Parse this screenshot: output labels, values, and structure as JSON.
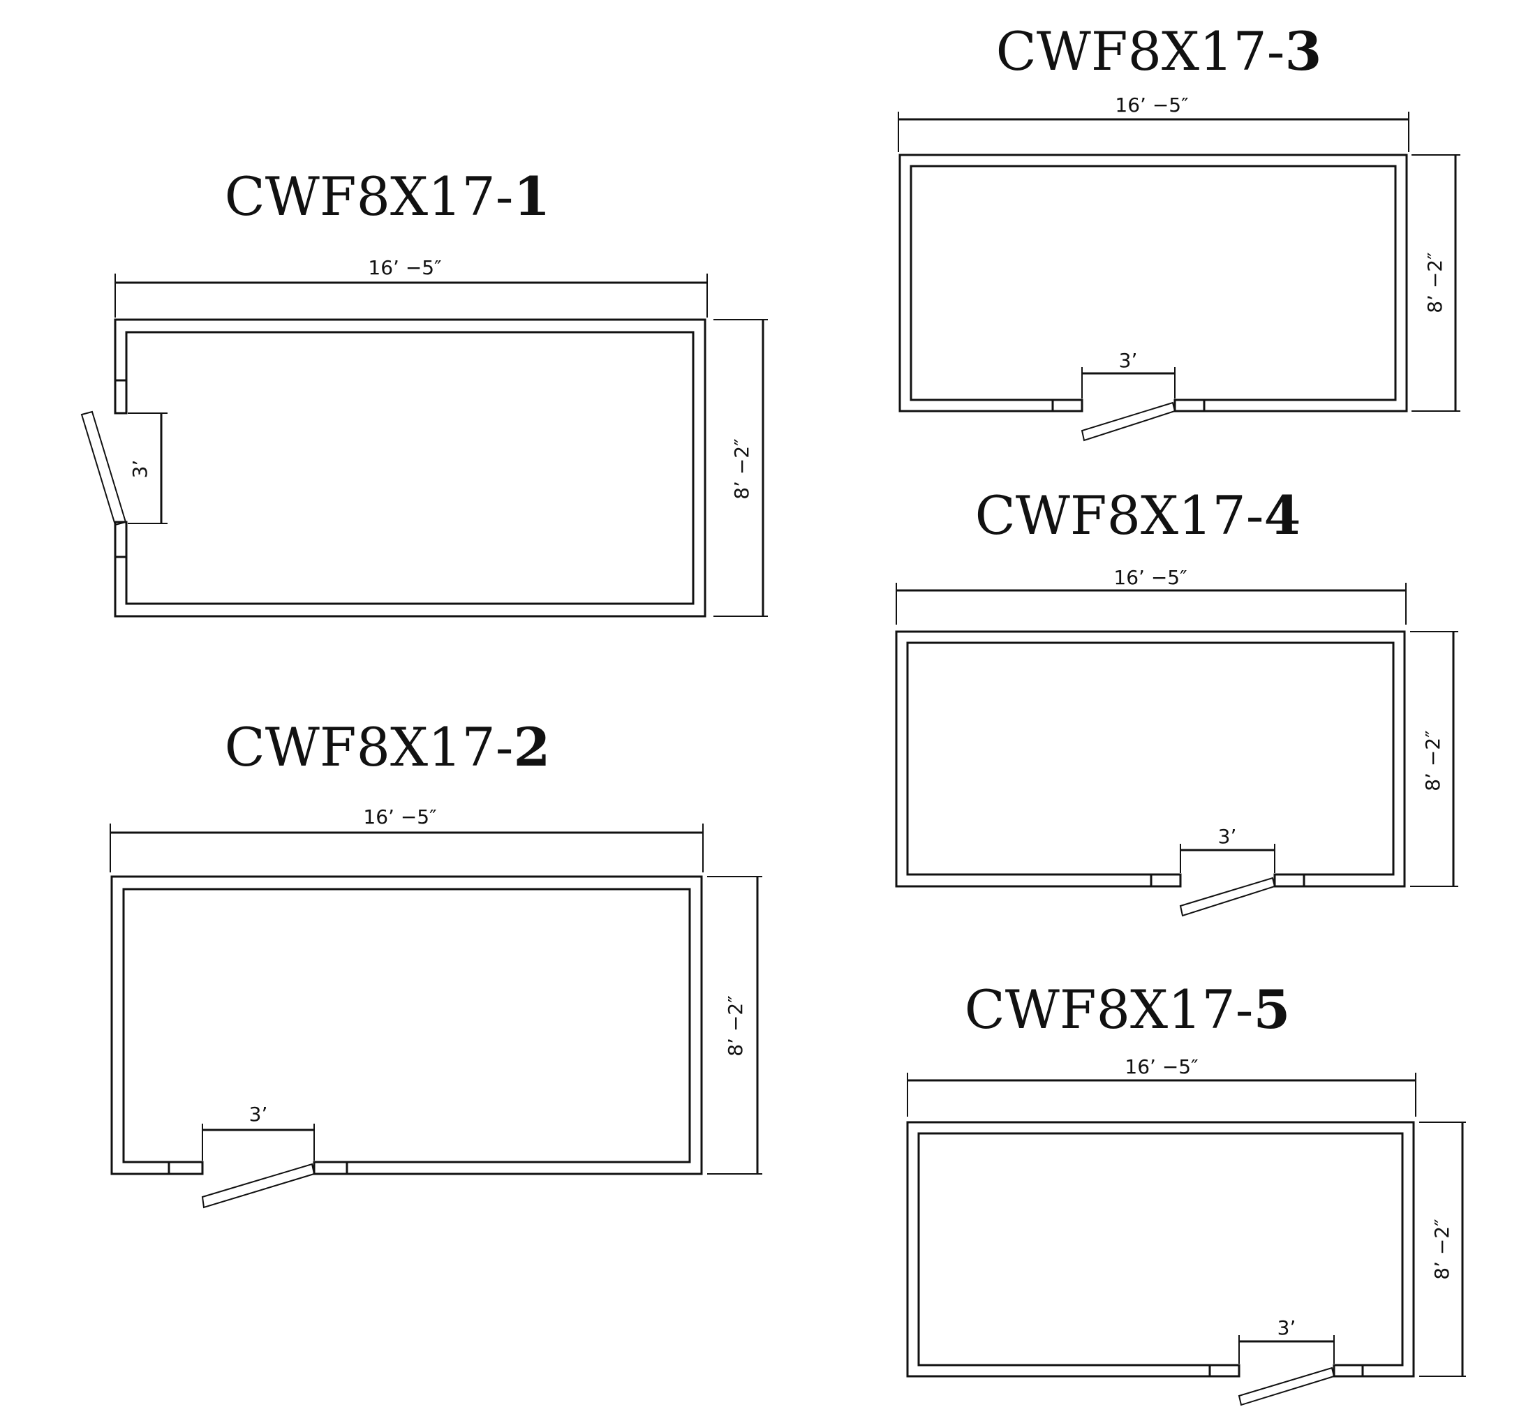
{
  "plans": [
    {
      "title_prefix": "CWF8X17-",
      "title_number": "1",
      "width_label": "16’ −5″",
      "depth_label": "8’ −2″",
      "door_label": "3’",
      "door_side": "left"
    },
    {
      "title_prefix": "CWF8X17-",
      "title_number": "2",
      "width_label": "16’ −5″",
      "depth_label": "8’ −2″",
      "door_label": "3’",
      "door_side": "bottom-left"
    },
    {
      "title_prefix": "CWF8X17-",
      "title_number": "3",
      "width_label": "16’ −5″",
      "depth_label": "8’ −2″",
      "door_label": "3’",
      "door_side": "bottom-center"
    },
    {
      "title_prefix": "CWF8X17-",
      "title_number": "4",
      "width_label": "16’ −5″",
      "depth_label": "8’ −2″",
      "door_label": "3’",
      "door_side": "bottom-right-of-center"
    },
    {
      "title_prefix": "CWF8X17-",
      "title_number": "5",
      "width_label": "16’ −5″",
      "depth_label": "8’ −2″",
      "door_label": "3’",
      "door_side": "bottom-right"
    }
  ]
}
